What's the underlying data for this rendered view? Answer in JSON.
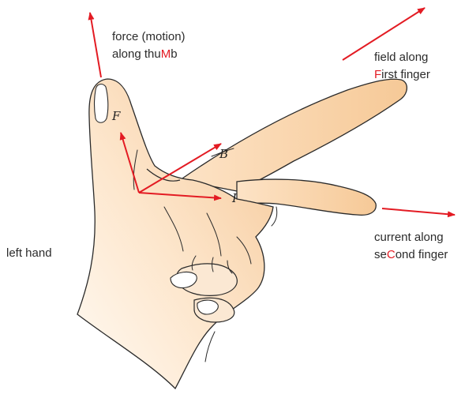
{
  "colors": {
    "arrow": "#e31b23",
    "skin_light": "#fff4e6",
    "skin_dark": "#f7cfa3",
    "outline": "#2a2a2a",
    "text": "#2b2b2b"
  },
  "labels": {
    "thumb": {
      "line1": "force (motion)",
      "line2_pre": "along thu",
      "line2_hi": "M",
      "line2_post": "b"
    },
    "first": {
      "line1": "field along",
      "line2_hi": "F",
      "line2_post": "irst finger"
    },
    "second": {
      "line1": "current along",
      "line2_pre": "se",
      "line2_hi": "C",
      "line2_post": "ond finger"
    },
    "hand": "left hand"
  },
  "vectors": {
    "force": "F",
    "field": "B",
    "current": "I"
  }
}
